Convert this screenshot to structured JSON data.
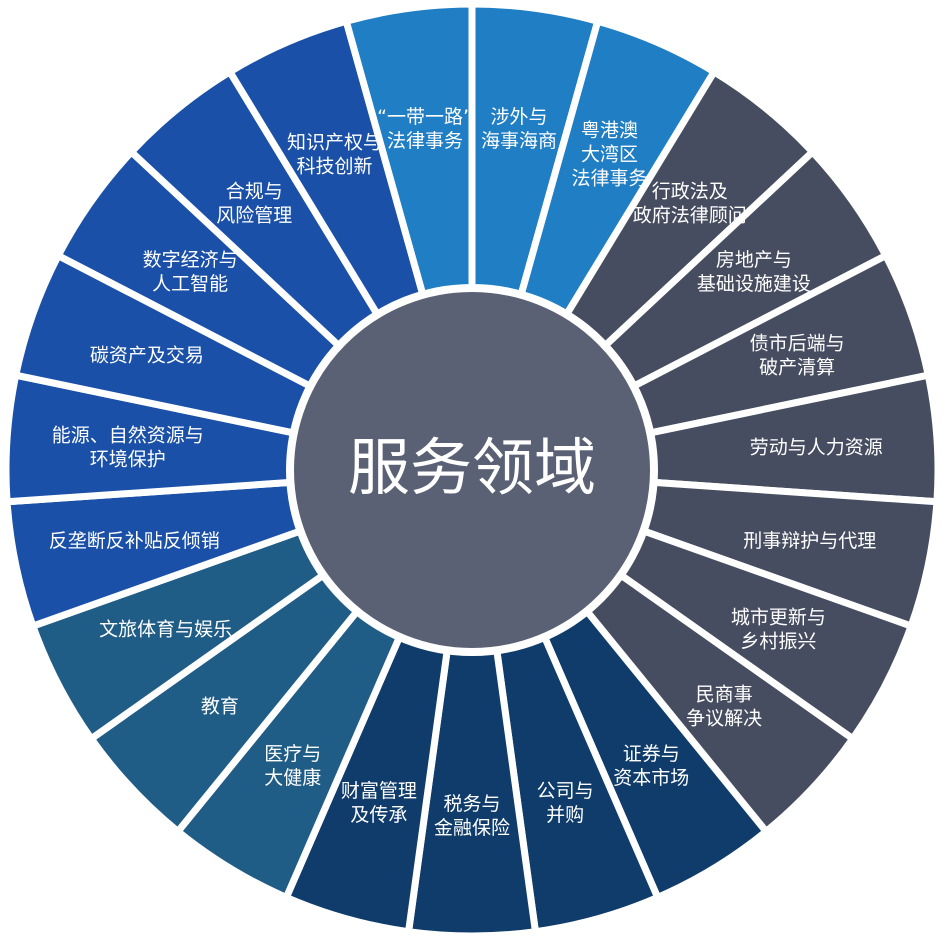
{
  "center": {
    "label": "服务领域",
    "color": "#5a6175"
  },
  "colors": {
    "light_blue": "#1f7ec4",
    "royal_blue": "#1a50a8",
    "teal_blue": "#1f5c86",
    "navy": "#0f3c6a",
    "slate": "#474d60"
  },
  "segments": [
    {
      "label": [
        "涉外与",
        "海事海商"
      ],
      "color": "light_blue"
    },
    {
      "label": [
        "粤港澳",
        "大湾区",
        "法律事务"
      ],
      "color": "light_blue"
    },
    {
      "label": [
        "行政法及",
        "政府法律顾问"
      ],
      "color": "slate"
    },
    {
      "label": [
        "房地产与",
        "基础设施建设"
      ],
      "color": "slate"
    },
    {
      "label": [
        "债市后端与",
        "破产清算"
      ],
      "color": "slate"
    },
    {
      "label": [
        "劳动与人力资源"
      ],
      "color": "slate"
    },
    {
      "label": [
        "刑事辩护与代理"
      ],
      "color": "slate"
    },
    {
      "label": [
        "城市更新与",
        "乡村振兴"
      ],
      "color": "slate"
    },
    {
      "label": [
        "民商事",
        "争议解决"
      ],
      "color": "slate"
    },
    {
      "label": [
        "证券与",
        "资本市场"
      ],
      "color": "navy"
    },
    {
      "label": [
        "公司与",
        "并购"
      ],
      "color": "navy"
    },
    {
      "label": [
        "税务与",
        "金融保险"
      ],
      "color": "navy"
    },
    {
      "label": [
        "财富管理",
        "及传承"
      ],
      "color": "navy"
    },
    {
      "label": [
        "医疗与",
        "大健康"
      ],
      "color": "teal_blue"
    },
    {
      "label": [
        "教育"
      ],
      "color": "teal_blue"
    },
    {
      "label": [
        "文旅体育与娱乐"
      ],
      "color": "teal_blue"
    },
    {
      "label": [
        "反垄断反补贴反倾销"
      ],
      "color": "royal_blue"
    },
    {
      "label": [
        "能源、自然资源与",
        "环境保护"
      ],
      "color": "royal_blue"
    },
    {
      "label": [
        "碳资产及交易"
      ],
      "color": "royal_blue"
    },
    {
      "label": [
        "数字经济与",
        "人工智能"
      ],
      "color": "royal_blue"
    },
    {
      "label": [
        "合规与",
        "风险管理"
      ],
      "color": "royal_blue"
    },
    {
      "label": [
        "知识产权与",
        "科技创新"
      ],
      "color": "royal_blue"
    },
    {
      "label": [
        "“一带一路”",
        "法律事务"
      ],
      "color": "light_blue"
    }
  ]
}
